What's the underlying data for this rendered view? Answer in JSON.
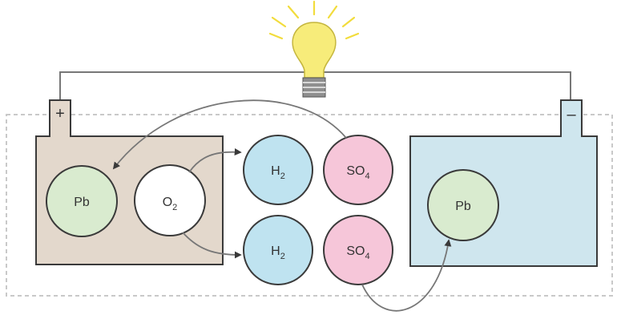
{
  "diagram": {
    "positive_terminal": {
      "symbol": "+"
    },
    "negative_terminal": {
      "symbol": "–"
    },
    "positive_plate": {
      "molecules": [
        {
          "formula": "Pb",
          "color": "#d9ebcf"
        },
        {
          "base": "O",
          "sub": "2",
          "color": "#ffffff"
        }
      ]
    },
    "electrolyte": {
      "molecules": [
        {
          "base": "H",
          "sub": "2",
          "color": "#bfe3f0"
        },
        {
          "base": "SO",
          "sub": "4",
          "color": "#f6c6d9"
        },
        {
          "base": "H",
          "sub": "2",
          "color": "#bfe3f0"
        },
        {
          "base": "SO",
          "sub": "4",
          "color": "#f6c6d9"
        }
      ]
    },
    "negative_plate": {
      "molecules": [
        {
          "formula": "Pb",
          "color": "#d9ebcf"
        }
      ]
    },
    "colors": {
      "positive_plate": "#e3d8cc",
      "negative_plate": "#cfe6ee",
      "bulb": "#f7ec7a",
      "ray": "#f2dc3c",
      "wire": "#777777",
      "outline": "#3a3a3a"
    },
    "icons": [
      "light-bulb-icon"
    ]
  }
}
